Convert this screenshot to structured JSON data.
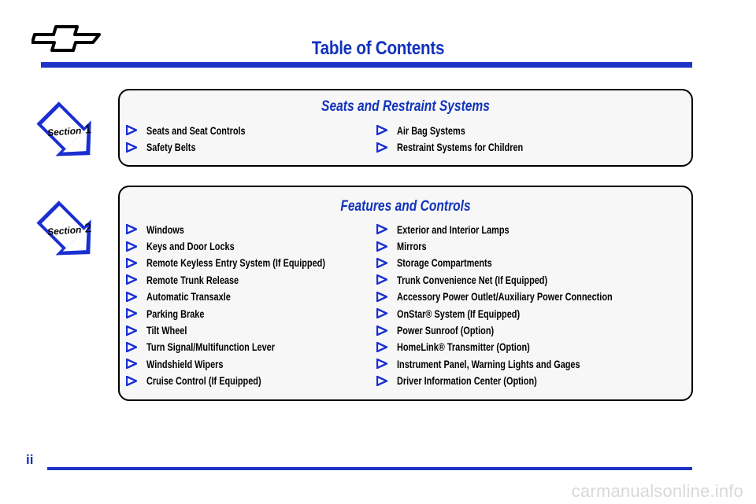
{
  "header": {
    "title": "Table of Contents"
  },
  "sections": [
    {
      "badge_word": "Section",
      "badge_number": "1",
      "title": "Seats and Restraint Systems",
      "left_items": [
        "Seats and Seat Controls",
        "Safety Belts"
      ],
      "right_items": [
        "Air Bag Systems",
        "Restraint Systems for Children"
      ]
    },
    {
      "badge_word": "Section",
      "badge_number": "2",
      "title": "Features and Controls",
      "left_items": [
        "Windows",
        "Keys and Door Locks",
        "Remote Keyless Entry System (If Equipped)",
        "Remote Trunk Release",
        "Automatic Transaxle",
        "Parking Brake",
        "Tilt Wheel",
        "Turn Signal/Multifunction Lever",
        "Windshield Wipers",
        "Cruise Control (If Equipped)"
      ],
      "right_items": [
        "Exterior and Interior Lamps",
        "Mirrors",
        "Storage Compartments",
        "Trunk Convenience Net (If Equipped)",
        "Accessory Power Outlet/Auxiliary Power Connection",
        "OnStar® System (If Equipped)",
        "Power Sunroof (Option)",
        "HomeLink® Transmitter (Option)",
        "Instrument Panel, Warning Lights and Gages",
        "Driver Information Center (Option)"
      ]
    }
  ],
  "footer": {
    "page_number": "ii",
    "watermark": "carmanualsonline.info"
  },
  "icons": {
    "logo": "bowtie-logo-icon",
    "bullet": "arrow-bullet-icon",
    "badge": "section-arrow-badge-icon"
  },
  "colors": {
    "accent_blue": "#1133bb",
    "rule_blue": "#1f33c8",
    "bullet_blue": "#1a2fd0",
    "box_border": "#000000",
    "box_fill": "#f7f7f7",
    "watermark_gray": "#d9d9d9"
  }
}
